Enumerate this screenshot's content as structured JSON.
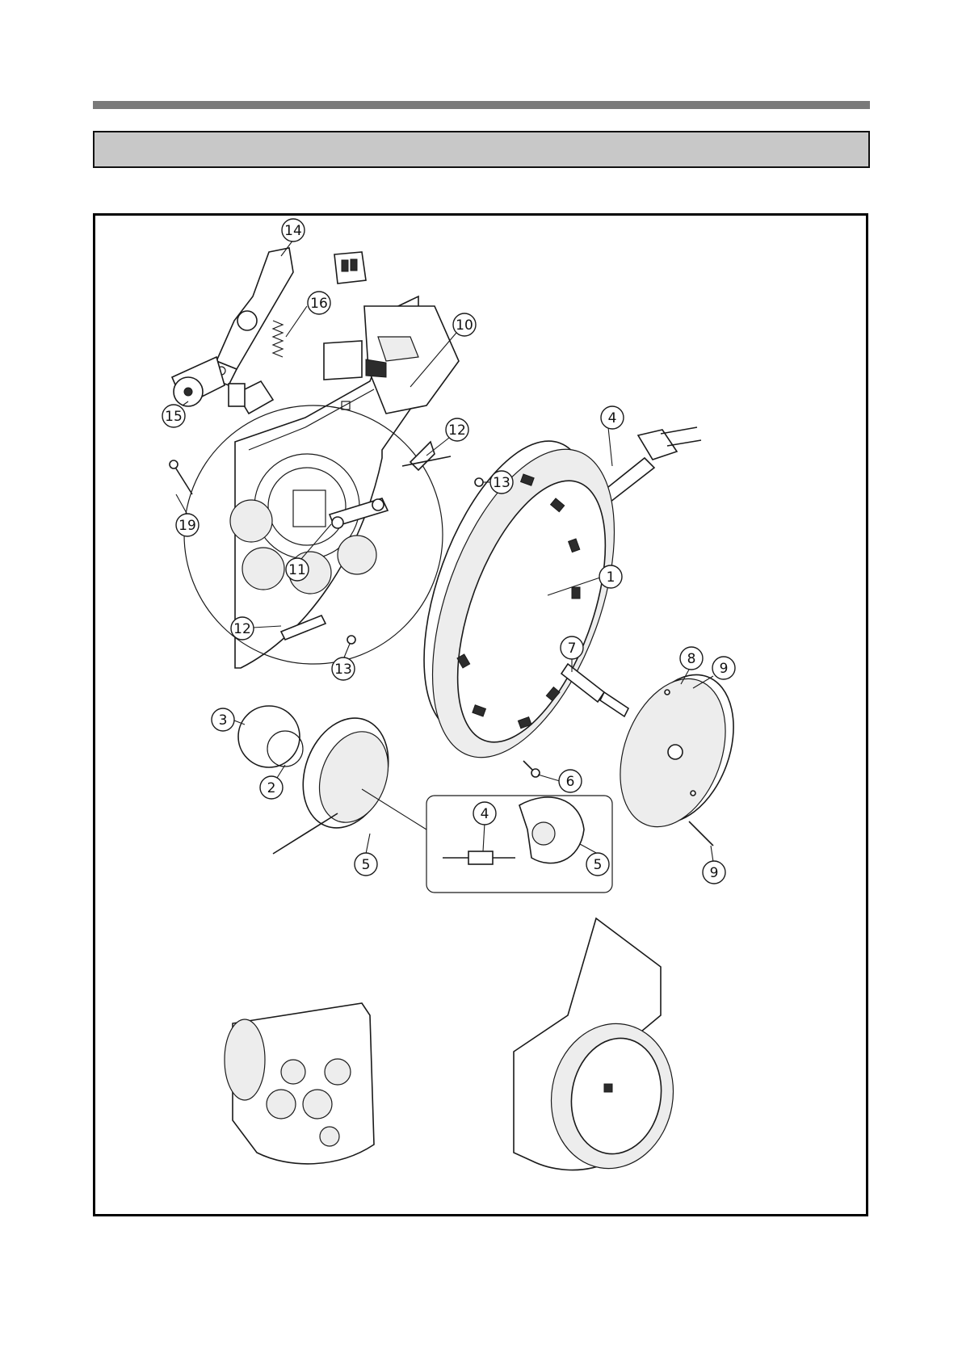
{
  "header": {
    "title": ""
  },
  "callouts": [
    {
      "id": "c14",
      "label": "14"
    },
    {
      "id": "c16",
      "label": "16"
    },
    {
      "id": "c10",
      "label": "10"
    },
    {
      "id": "c15",
      "label": "15"
    },
    {
      "id": "c19",
      "label": "19"
    },
    {
      "id": "c12a",
      "label": "12"
    },
    {
      "id": "c13a",
      "label": "13"
    },
    {
      "id": "c4a",
      "label": "4"
    },
    {
      "id": "c11",
      "label": "11"
    },
    {
      "id": "c1",
      "label": "1"
    },
    {
      "id": "c12b",
      "label": "12"
    },
    {
      "id": "c13b",
      "label": "13"
    },
    {
      "id": "c7",
      "label": "7"
    },
    {
      "id": "c8",
      "label": "8"
    },
    {
      "id": "c9a",
      "label": "9"
    },
    {
      "id": "c3",
      "label": "3"
    },
    {
      "id": "c2",
      "label": "2"
    },
    {
      "id": "c6",
      "label": "6"
    },
    {
      "id": "c5a",
      "label": "5"
    },
    {
      "id": "c4b",
      "label": "4"
    },
    {
      "id": "c5b",
      "label": "5"
    },
    {
      "id": "c9b",
      "label": "9"
    }
  ],
  "colors": {
    "rule": "#7a7a7a",
    "title_bar": "#c8c8c8",
    "line": "#1a1a1a"
  }
}
